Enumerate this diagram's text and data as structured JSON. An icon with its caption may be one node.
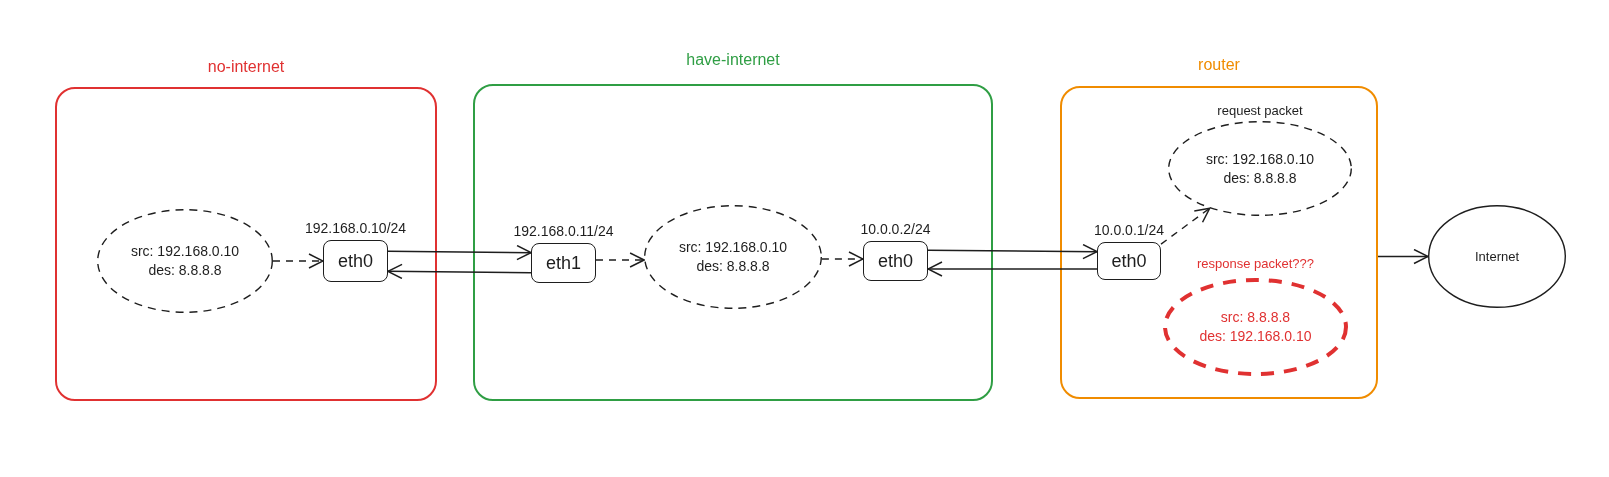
{
  "diagram": {
    "nodes": [
      {
        "text": [
          "no-internet"
        ]
      },
      {
        "text": [
          "src: 192.168.0.10",
          "des: 8.8.8.8"
        ],
        "in": 0
      },
      {
        "text": [
          "eth0"
        ],
        "beside": [
          "192.168.0.10/24"
        ],
        "in": 0
      },
      {
        "text": [
          "have-internet"
        ]
      },
      {
        "text": [
          "eth1"
        ],
        "beside": [
          "192.168.0.11/24"
        ],
        "in": 3
      },
      {
        "text": [
          "src: 192.168.0.10",
          "des: 8.8.8.8"
        ],
        "in": 3
      },
      {
        "text": [
          "eth0"
        ],
        "beside": [
          "10.0.0.2/24"
        ],
        "in": 3
      },
      {
        "text": [
          "router"
        ]
      },
      {
        "text": [
          "eth0"
        ],
        "beside": [
          "10.0.0.1/24"
        ],
        "in": 7
      },
      {
        "text": [
          "request packet",
          "src: 192.168.0.10",
          "des: 8.8.8.8"
        ],
        "in": 7
      },
      {
        "text": [
          "response packet???",
          "src: 8.8.8.8",
          "des: 192.168.0.10"
        ],
        "in": 7
      },
      {
        "text": [
          "Internet"
        ]
      }
    ],
    "edges": [
      {
        "from": 1,
        "to": 2,
        "arrow": "to",
        "style": "dashed"
      },
      {
        "from": 2,
        "to": 4,
        "arrow": "to"
      },
      {
        "from": 4,
        "to": 2,
        "arrow": "to"
      },
      {
        "from": 4,
        "to": 5,
        "arrow": "to",
        "style": "dashed"
      },
      {
        "from": 5,
        "to": 6,
        "arrow": "to",
        "style": "dashed"
      },
      {
        "from": 6,
        "to": 8,
        "arrow": "to"
      },
      {
        "from": 8,
        "to": 6,
        "arrow": "to"
      },
      {
        "from": 8,
        "to": 9,
        "arrow": "to",
        "style": "dashed"
      },
      {
        "from": 7,
        "to": 11,
        "arrow": "to"
      }
    ]
  }
}
